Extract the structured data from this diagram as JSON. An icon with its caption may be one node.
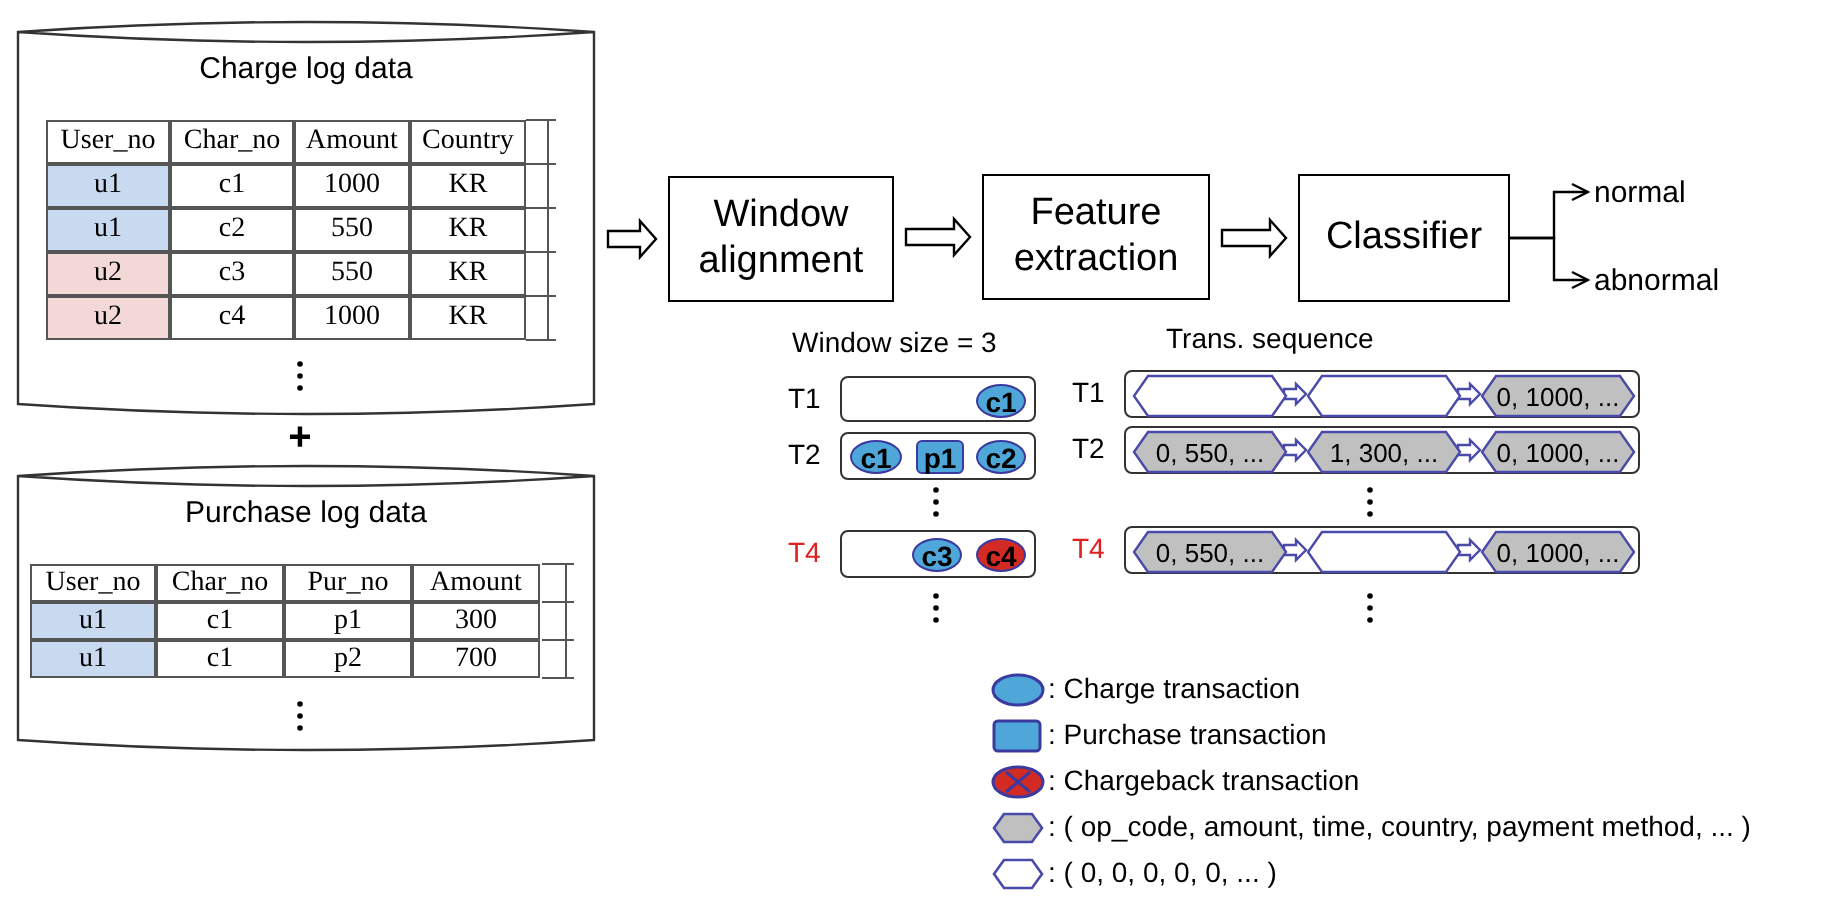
{
  "diagram": {
    "nodes": [
      {
        "text": [
          "Charge log data"
        ]
      },
      {
        "text": [
          "Purchase log data"
        ]
      },
      {
        "text": [
          "Window alignment"
        ]
      },
      {
        "text": [
          "Feature extraction"
        ]
      },
      {
        "text": [
          "Classifier"
        ]
      },
      {
        "text": [
          "normal"
        ]
      },
      {
        "text": [
          "abnormal"
        ]
      },
      {
        "text": [],
        "shape": "box",
        "beside": [
          "T1"
        ]
      },
      {
        "text": [
          "c1"
        ],
        "in": 7
      },
      {
        "text": [],
        "shape": "box",
        "beside": [
          "T2"
        ]
      },
      {
        "text": [
          "c1"
        ],
        "in": 9
      },
      {
        "text": [
          "p1"
        ],
        "in": 9
      },
      {
        "text": [
          "c2"
        ],
        "in": 9
      },
      {
        "text": [],
        "shape": "box",
        "beside": [
          "T4"
        ]
      },
      {
        "text": [
          "c3"
        ],
        "in": 13
      },
      {
        "text": [
          "c4"
        ],
        "in": 13
      },
      {
        "text": [],
        "shape": "box",
        "beside": [
          "T1"
        ]
      },
      {
        "text": [],
        "shape": "hexagon",
        "in": 16
      },
      {
        "text": [],
        "shape": "hexagon",
        "in": 16
      },
      {
        "text": [
          "0, 1000, ..."
        ],
        "in": 16
      },
      {
        "text": [],
        "shape": "box",
        "beside": [
          "T2"
        ]
      },
      {
        "text": [
          "0, 550, ..."
        ],
        "in": 20
      },
      {
        "text": [
          "1, 300, ..."
        ],
        "in": 20
      },
      {
        "text": [
          "0, 1000, ..."
        ],
        "in": 20
      },
      {
        "text": [],
        "shape": "box",
        "beside": [
          "T4"
        ]
      },
      {
        "text": [
          "0, 550, ..."
        ],
        "in": 24
      },
      {
        "text": [],
        "shape": "hexagon",
        "in": 24
      },
      {
        "text": [
          "0, 1000, ..."
        ],
        "in": 24
      }
    ],
    "edges": [
      {
        "from": 0,
        "to": 2,
        "arrow": "to",
        "style": "thick"
      },
      {
        "from": 2,
        "to": 3,
        "arrow": "to",
        "style": "thick"
      },
      {
        "from": 3,
        "to": 4,
        "arrow": "to",
        "style": "thick"
      },
      {
        "from": 4,
        "to": 5,
        "arrow": "to"
      },
      {
        "from": 4,
        "to": 6,
        "arrow": "to"
      },
      {
        "from": 17,
        "to": 18,
        "arrow": "to",
        "style": "thick",
        "color": "#4a4aa8"
      },
      {
        "from": 18,
        "to": 19,
        "arrow": "to",
        "style": "thick",
        "color": "#4a4aa8"
      },
      {
        "from": 21,
        "to": 22,
        "arrow": "to",
        "style": "thick",
        "color": "#4a4aa8"
      },
      {
        "from": 22,
        "to": 23,
        "arrow": "to",
        "style": "thick",
        "color": "#4a4aa8"
      },
      {
        "from": 25,
        "to": 26,
        "arrow": "to",
        "style": "thick",
        "color": "#4a4aa8"
      },
      {
        "from": 26,
        "to": 27,
        "arrow": "to",
        "style": "thick",
        "color": "#4a4aa8"
      }
    ],
    "labels": [
      "User_no",
      "Char_no",
      "Amount",
      "Country",
      "u1",
      "c1",
      "1000",
      "KR",
      "u1",
      "c2",
      "550",
      "KR",
      "u2",
      "c3",
      "550",
      "KR",
      "u2",
      "c4",
      "1000",
      "KR",
      "+",
      "User_no",
      "Char_no",
      "Pur_no",
      "Amount",
      "u1",
      "c1",
      "p1",
      "300",
      "u1",
      "c1",
      "p2",
      "700",
      "Window size = 3",
      "Trans. sequence"
    ],
    "legend": [
      {
        "text": ": Charge transaction"
      },
      {
        "text": ": Purchase transaction"
      },
      {
        "text": ": Chargeback transaction"
      },
      {
        "text": ": ( op_code, amount, time, country, payment method, ... )"
      },
      {
        "text": ": ( 0, 0, 0, 0, 0, ... )"
      }
    ]
  }
}
